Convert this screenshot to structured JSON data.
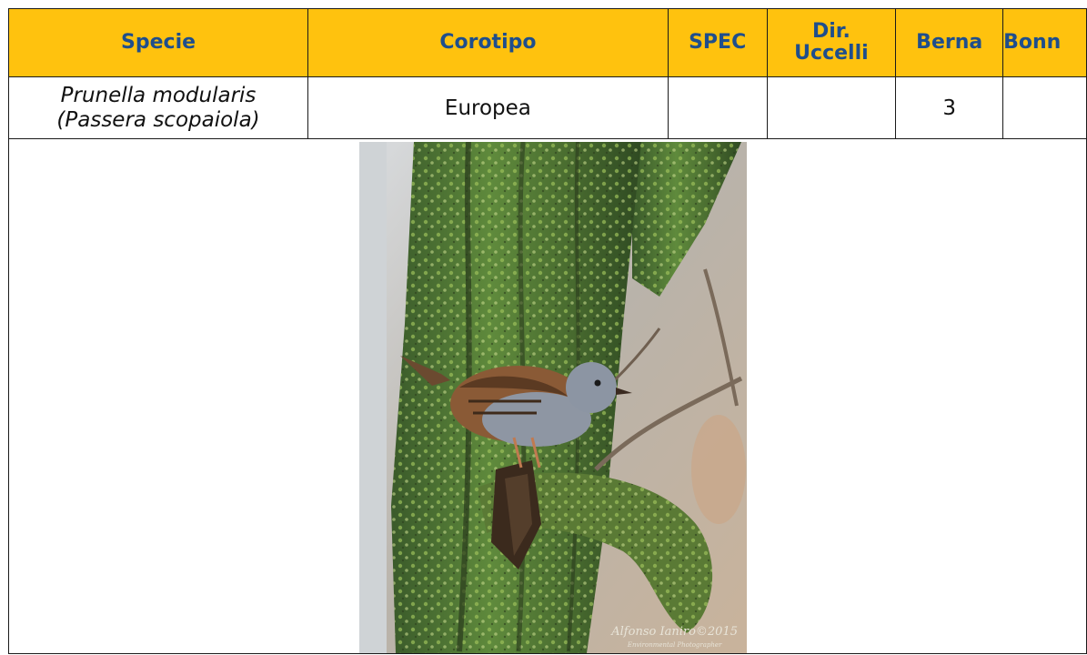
{
  "table": {
    "headers": {
      "specie": "Specie",
      "corotipo": "Corotipo",
      "spec": "SPEC",
      "dir_uccelli_line1": "Dir.",
      "dir_uccelli_line2": "Uccelli",
      "berna": "Berna",
      "bonn": "Bonn"
    },
    "row": {
      "scientific_name": "Prunella modularis",
      "common_name": "(Passera scopaiola)",
      "corotipo": "Europea",
      "spec": "",
      "dir_uccelli": "",
      "berna": "3",
      "bonn": ""
    }
  },
  "photo": {
    "subject": "bird-on-branch",
    "credit": "Alfonso Ianiro©2015",
    "credit_sub": "Environmental Photographer"
  },
  "colors": {
    "header_bg": "#ffc20e",
    "header_text": "#1f4e8c",
    "border": "#1a1a1a"
  }
}
